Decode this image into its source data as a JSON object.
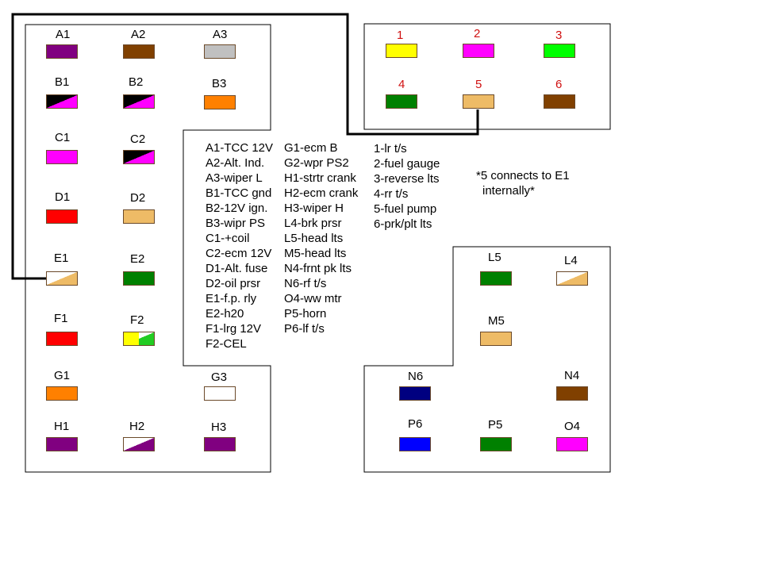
{
  "fuse_block": {
    "slots": [
      {
        "id": "A1",
        "label": "A1",
        "color": "#800080"
      },
      {
        "id": "A2",
        "label": "A2",
        "color": "#804000"
      },
      {
        "id": "A3",
        "label": "A3",
        "color": "#c0c0c0"
      },
      {
        "id": "B1",
        "label": "B1",
        "color": "#000000",
        "color2": "#ff00ff",
        "split": "diag"
      },
      {
        "id": "B2",
        "label": "B2",
        "color": "#000000",
        "color2": "#ff00ff",
        "split": "diag"
      },
      {
        "id": "B3",
        "label": "B3",
        "color": "#ff8000"
      },
      {
        "id": "C1",
        "label": "C1",
        "color": "#ff00ff"
      },
      {
        "id": "C2",
        "label": "C2",
        "color": "#000000",
        "color2": "#ff00ff",
        "split": "diag"
      },
      {
        "id": "D1",
        "label": "D1",
        "color": "#ff0000"
      },
      {
        "id": "D2",
        "label": "D2",
        "color": "#eebb66"
      },
      {
        "id": "E1",
        "label": "E1",
        "color": "#ffffff",
        "color2": "#eebb66",
        "split": "diag"
      },
      {
        "id": "E2",
        "label": "E2",
        "color": "#008000"
      },
      {
        "id": "F1",
        "label": "F1",
        "color": "#ff0000"
      },
      {
        "id": "F2",
        "label": "F2",
        "color": "#ffff00",
        "color2": "#22cc22",
        "split": "yellow-green"
      },
      {
        "id": "G1",
        "label": "G1",
        "color": "#ff8000"
      },
      {
        "id": "G3",
        "label": "G3",
        "color": "#ffffff"
      },
      {
        "id": "H1",
        "label": "H1",
        "color": "#800080"
      },
      {
        "id": "H2",
        "label": "H2",
        "color": "#ffffff",
        "color2": "#800080",
        "split": "diag"
      },
      {
        "id": "H3",
        "label": "H3",
        "color": "#800080"
      }
    ]
  },
  "relay_block": {
    "slots": [
      {
        "id": "1",
        "label": "1",
        "color": "#ffff00"
      },
      {
        "id": "2",
        "label": "2",
        "color": "#ff00ff"
      },
      {
        "id": "3",
        "label": "3",
        "color": "#00ff00"
      },
      {
        "id": "4",
        "label": "4",
        "color": "#008000"
      },
      {
        "id": "5",
        "label": "5",
        "color": "#eebb66"
      },
      {
        "id": "6",
        "label": "6",
        "color": "#804000"
      }
    ]
  },
  "lower_right_block": {
    "slots": [
      {
        "id": "L5",
        "label": "L5",
        "color": "#008000"
      },
      {
        "id": "L4",
        "label": "L4",
        "color": "#ffffff",
        "color2": "#eebb66",
        "split": "diag"
      },
      {
        "id": "M5",
        "label": "M5",
        "color": "#eebb66"
      },
      {
        "id": "N6",
        "label": "N6",
        "color": "#000080"
      },
      {
        "id": "N4",
        "label": "N4",
        "color": "#804000"
      },
      {
        "id": "P6",
        "label": "P6",
        "color": "#0000ff"
      },
      {
        "id": "P5",
        "label": "P5",
        "color": "#008000"
      },
      {
        "id": "O4",
        "label": "O4",
        "color": "#ff00ff"
      }
    ]
  },
  "legend": {
    "col1": [
      "A1-TCC 12V",
      "A2-Alt. Ind.",
      "A3-wiper L",
      "B1-TCC gnd",
      "B2-12V ign.",
      "B3-wipr PS",
      "C1-+coil",
      "C2-ecm 12V",
      "D1-Alt. fuse",
      "D2-oil prsr",
      "E1-f.p. rly",
      "E2-h20",
      "F1-lrg 12V",
      "F2-CEL"
    ],
    "col2": [
      "G1-ecm B",
      "G2-wpr PS2",
      "H1-strtr crank",
      "H2-ecm crank",
      "H3-wiper H",
      "L4-brk prsr",
      "L5-head lts",
      "M5-head lts",
      "N4-frnt pk lts",
      "N6-rf t/s",
      "O4-ww mtr",
      "P5-horn",
      "P6-lf t/s"
    ],
    "col3": [
      "1-lr t/s",
      "2-fuel gauge",
      "3-reverse lts",
      "4-rr t/s",
      "5-fuel pump",
      "6-prk/plt lts"
    ]
  },
  "note": {
    "line1": "*5 connects to E1",
    "line2": "internally*"
  }
}
